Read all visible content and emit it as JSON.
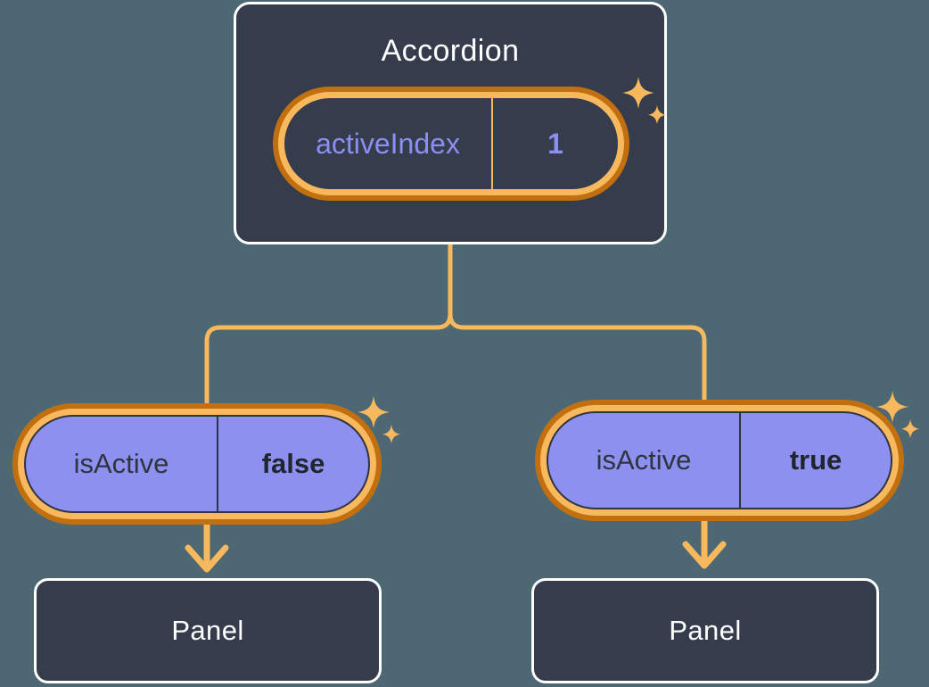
{
  "meta": {
    "background_color": "#4d6872",
    "card_color": "#353c4c",
    "card_border_color": "#ffffff",
    "accent_amber": "#f7b85e",
    "accent_orange_dark": "#c2700f",
    "prop_purple": "#8e90ef",
    "prop_text_purple": "#8b8ff2",
    "prop_text_dark": "#2e3440"
  },
  "root": {
    "title": "Accordion",
    "prop": {
      "key": "activeIndex",
      "value": "1"
    }
  },
  "children": [
    {
      "prop": {
        "key": "isActive",
        "value": "false"
      },
      "panel": {
        "title": "Panel"
      }
    },
    {
      "prop": {
        "key": "isActive",
        "value": "true"
      },
      "panel": {
        "title": "Panel"
      }
    }
  ],
  "decorations": {
    "sparkle_color": "#f7b85e",
    "sparkle_icon_name": "sparkle-icon",
    "groups": [
      {
        "name": "sparkles-root-prop"
      },
      {
        "name": "sparkles-left-prop"
      },
      {
        "name": "sparkles-right-prop"
      }
    ]
  },
  "connectors": {
    "stroke_color": "#f7b85e",
    "stroke_width": 5,
    "arrow_icon_name": "arrow-down-icon",
    "edges": [
      {
        "name": "edge-root-to-left-prop"
      },
      {
        "name": "edge-root-to-right-prop"
      },
      {
        "name": "edge-left-prop-to-panel",
        "arrow": true
      },
      {
        "name": "edge-right-prop-to-panel",
        "arrow": true
      }
    ]
  }
}
